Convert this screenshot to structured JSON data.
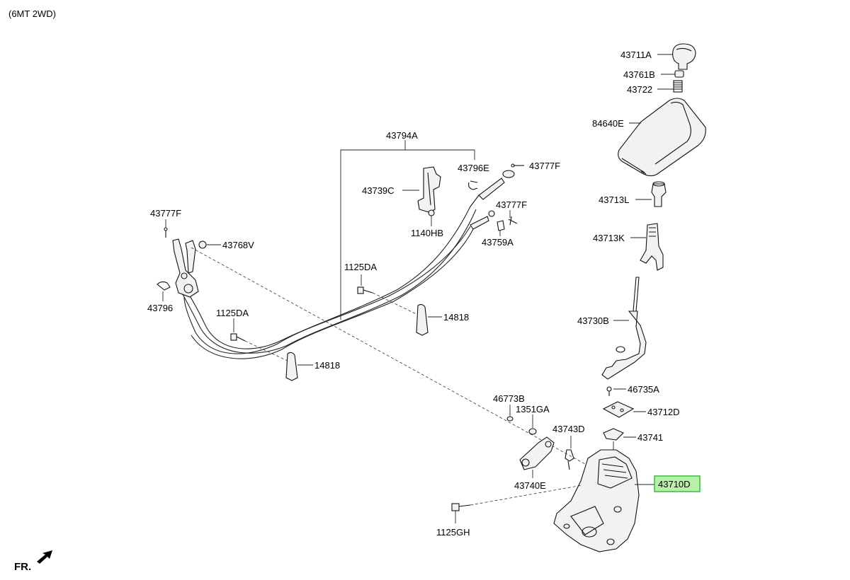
{
  "header": {
    "variant": "(6MT 2WD)"
  },
  "footer": {
    "direction": "FR."
  },
  "labels": {
    "p43711A": "43711A",
    "p43761B": "43761B",
    "p43722": "43722",
    "p84640E": "84640E",
    "p43713L": "43713L",
    "p43713K": "43713K",
    "p43730B": "43730B",
    "p46735A": "46735A",
    "p43712D": "43712D",
    "p43741": "43741",
    "p43710D": "43710D",
    "p43794A": "43794A",
    "p43796E": "43796E",
    "p43777F_top": "43777F",
    "p43739C": "43739C",
    "p43777F_mid": "43777F",
    "p1140HB": "1140HB",
    "p43759A": "43759A",
    "p43777F_left": "43777F",
    "p43768V": "43768V",
    "p1125DA_mid": "1125DA",
    "p43796": "43796",
    "p1125DA_left": "1125DA",
    "p14818_mid": "14818",
    "p14818_left": "14818",
    "p46773B": "46773B",
    "p1351GA": "1351GA",
    "p43743D": "43743D",
    "p43740E": "43740E",
    "p1125GH": "1125GH"
  },
  "highlight": {
    "part": "43710D",
    "color": "#3cc43c"
  }
}
